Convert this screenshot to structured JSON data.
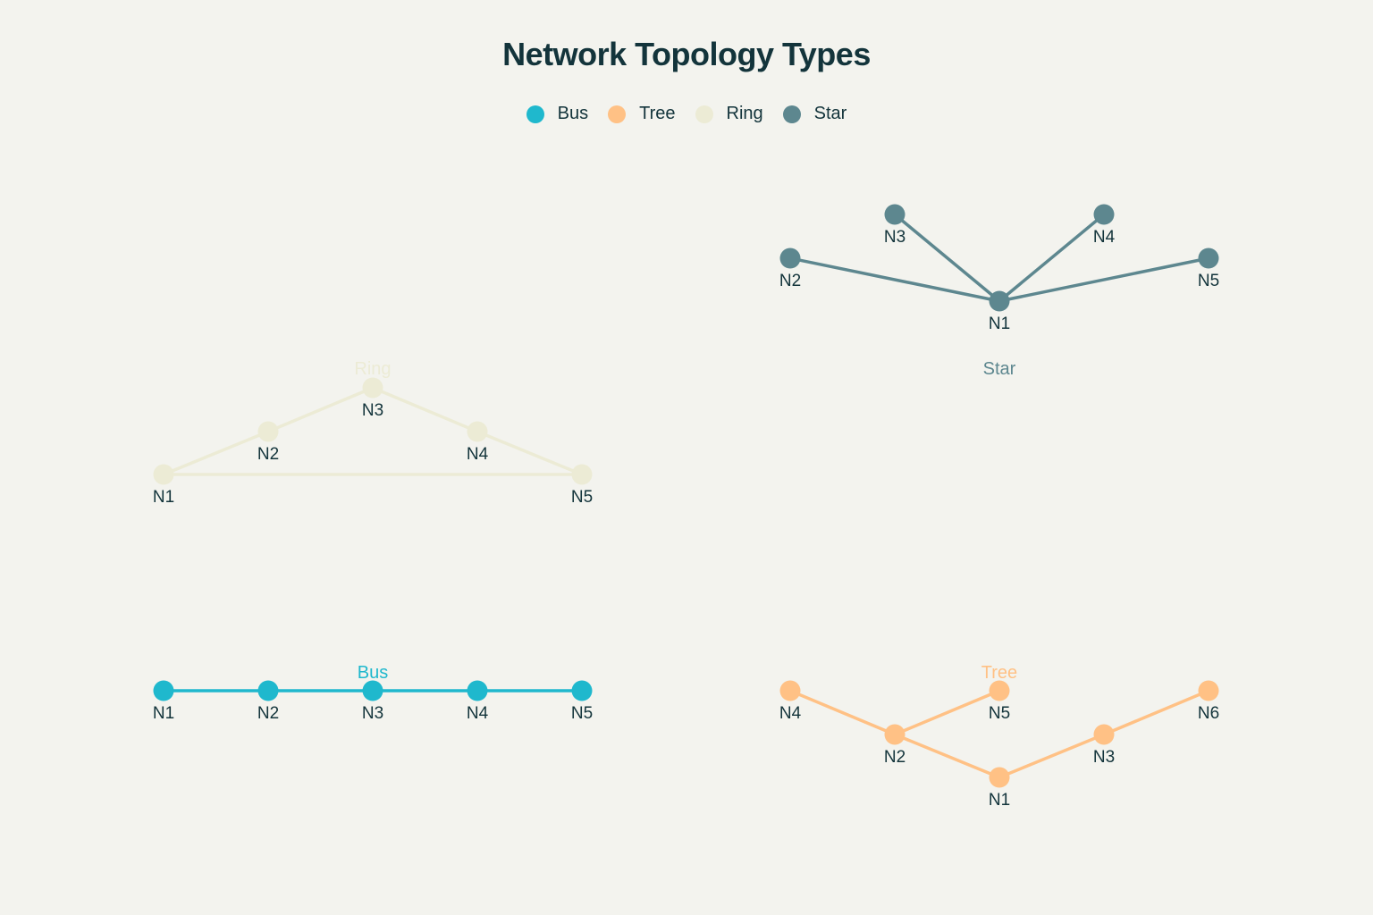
{
  "title": "Network Topology Types",
  "legend": [
    {
      "label": "Bus",
      "color": "#1fb8cd"
    },
    {
      "label": "Tree",
      "color": "#ffc185"
    },
    {
      "label": "Ring",
      "color": "#eceBd5"
    },
    {
      "label": "Star",
      "color": "#5d878f"
    }
  ],
  "topologies": [
    {
      "name": "Star",
      "color": "#5d878f",
      "nodes": [
        "N1",
        "N2",
        "N3",
        "N4",
        "N5"
      ],
      "edges": [
        [
          "N1",
          "N2"
        ],
        [
          "N1",
          "N3"
        ],
        [
          "N1",
          "N4"
        ],
        [
          "N1",
          "N5"
        ]
      ]
    },
    {
      "name": "Ring",
      "color": "#eceBd5",
      "nodes": [
        "N1",
        "N2",
        "N3",
        "N4",
        "N5"
      ],
      "edges": [
        [
          "N1",
          "N2"
        ],
        [
          "N2",
          "N3"
        ],
        [
          "N3",
          "N4"
        ],
        [
          "N4",
          "N5"
        ],
        [
          "N5",
          "N1"
        ]
      ]
    },
    {
      "name": "Bus",
      "color": "#1fb8cd",
      "nodes": [
        "N1",
        "N2",
        "N3",
        "N4",
        "N5"
      ],
      "edges": [
        [
          "N1",
          "N2"
        ],
        [
          "N2",
          "N3"
        ],
        [
          "N3",
          "N4"
        ],
        [
          "N4",
          "N5"
        ]
      ]
    },
    {
      "name": "Tree",
      "color": "#ffc185",
      "nodes": [
        "N1",
        "N2",
        "N3",
        "N4",
        "N5",
        "N6"
      ],
      "edges": [
        [
          "N1",
          "N2"
        ],
        [
          "N1",
          "N3"
        ],
        [
          "N2",
          "N4"
        ],
        [
          "N2",
          "N5"
        ],
        [
          "N3",
          "N6"
        ]
      ]
    }
  ]
}
